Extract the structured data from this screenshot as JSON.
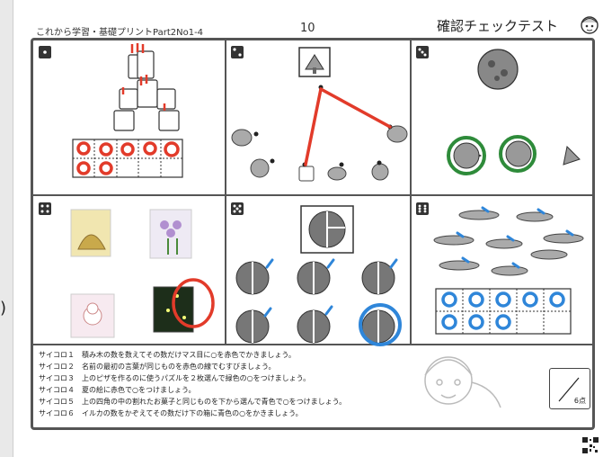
{
  "header": {
    "left": "これから学習・基礎プリントPart2No1-4",
    "page_number": "10",
    "right": "確認チェックテスト"
  },
  "side_mark": ")",
  "instructions": [
    "サイコロ１　積み木の数を数えてその数だけマス目に○を赤色でかきましょう。",
    "サイコロ２　名前の最初の言葉が同じものを赤色の線でむすびましょう。",
    "サイコロ３　上のピザを作るのに使うパズルを２枚選んで緑色の○をつけましょう。",
    "サイコロ４　夏の絵に赤色で○をつけましょう。",
    "サイコロ５　上の四角の中の割れたお菓子と同じものを下から選んで青色で○をつけましょう。",
    "サイコロ６　イルカの数をかぞえてその数だけ下の箱に青色の○をかきましょう。"
  ],
  "score": {
    "label": "6点"
  },
  "colors": {
    "red": "#e23b2a",
    "green": "#2e8b3a",
    "blue": "#2f86d9",
    "frame": "#555555"
  }
}
